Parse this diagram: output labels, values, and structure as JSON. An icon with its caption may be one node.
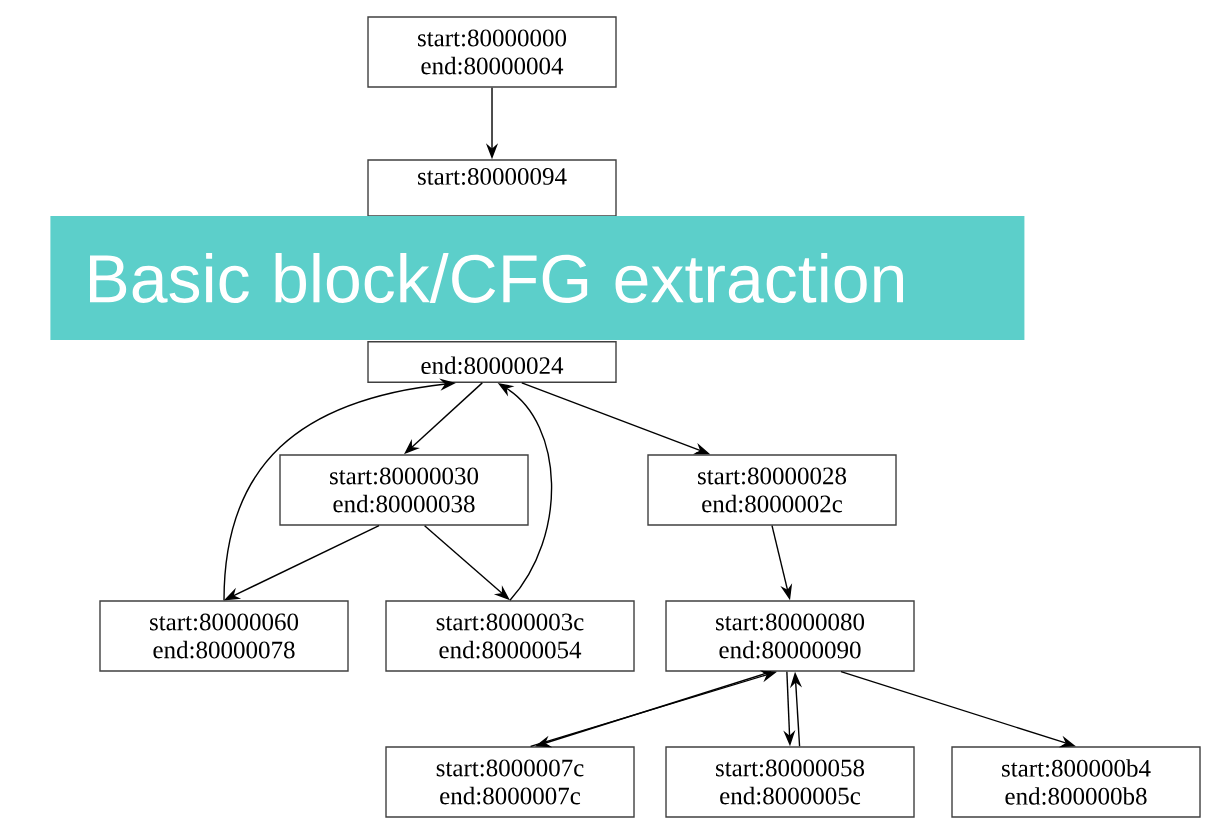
{
  "diagram": {
    "title": "Basic block/CFG extraction",
    "nodes": [
      {
        "text": [
          "start:80000000 end:80000004"
        ]
      },
      {
        "text": [
          "start:80000094"
        ]
      },
      {
        "text": [
          "end:80000024"
        ]
      },
      {
        "text": [
          "start:80000030 end:80000038"
        ]
      },
      {
        "text": [
          "start:80000028 end:8000002c"
        ]
      },
      {
        "text": [
          "start:80000060 end:80000078"
        ]
      },
      {
        "text": [
          "start:8000003c end:80000054"
        ]
      },
      {
        "text": [
          "start:80000080 end:80000090"
        ]
      },
      {
        "text": [
          "start:8000007c end:8000007c"
        ]
      },
      {
        "text": [
          "start:80000058 end:8000005c"
        ]
      },
      {
        "text": [
          "start:800000b4 end:800000b8"
        ]
      }
    ],
    "edges": [
      {
        "from": 0,
        "to": 1,
        "arrow": "to"
      },
      {
        "from": 2,
        "to": 3,
        "arrow": "to"
      },
      {
        "from": 2,
        "to": 4,
        "arrow": "to"
      },
      {
        "from": 3,
        "to": 5,
        "arrow": "to"
      },
      {
        "from": 3,
        "to": 6,
        "arrow": "to"
      },
      {
        "from": 5,
        "to": 2,
        "arrow": "to"
      },
      {
        "from": 6,
        "to": 2,
        "arrow": "to"
      },
      {
        "from": 4,
        "to": 7,
        "arrow": "to"
      },
      {
        "from": 7,
        "to": 8,
        "arrow": "to"
      },
      {
        "from": 8,
        "to": 7,
        "arrow": "to"
      },
      {
        "from": 7,
        "to": 9,
        "arrow": "to"
      },
      {
        "from": 9,
        "to": 7,
        "arrow": "to"
      },
      {
        "from": 7,
        "to": 10,
        "arrow": "to"
      }
    ]
  }
}
